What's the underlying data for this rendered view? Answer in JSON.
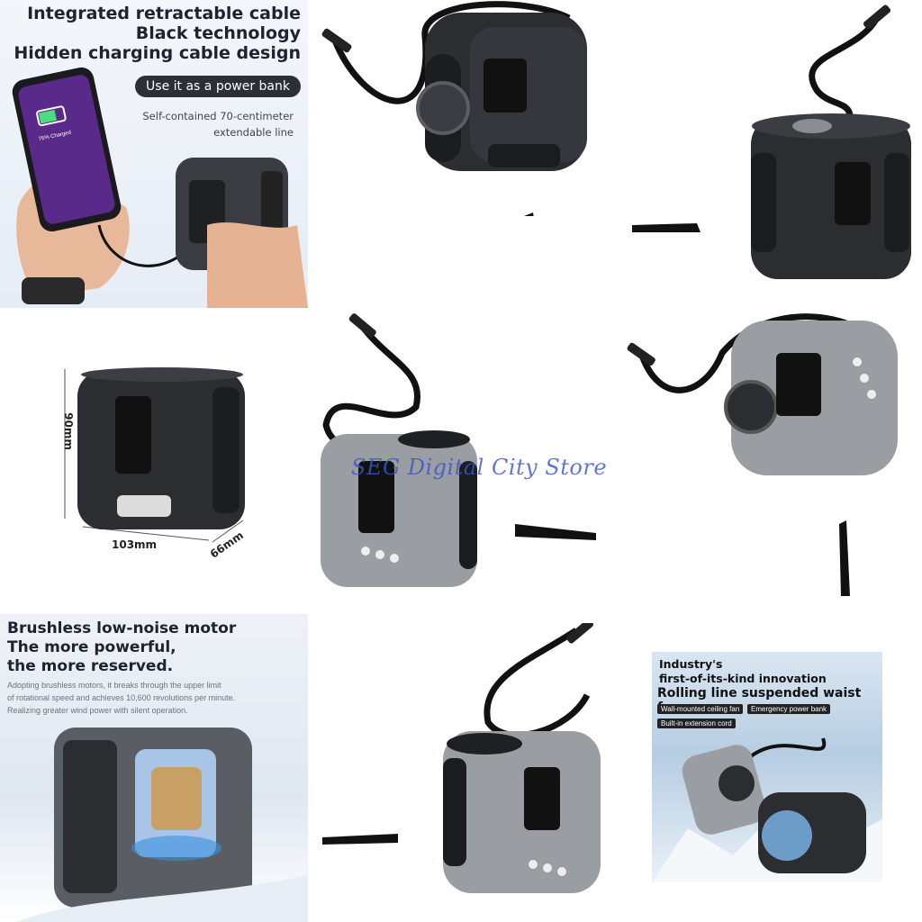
{
  "panel1": {
    "headline": [
      "Integrated retractable cable",
      "Black technology",
      "Hidden charging cable design"
    ],
    "pill": "Use it as a power bank",
    "subtext": [
      "Self-contained 70-centimeter",
      "extendable line"
    ],
    "phone_charge_text": "76% Charged"
  },
  "dimensions": {
    "height": "90mm",
    "width": "103mm",
    "depth": "66mm"
  },
  "watermark": "SEG Digital City Store",
  "panel5": {
    "headline": [
      "Brushless low-noise motor",
      "The more powerful,",
      "the more reserved."
    ],
    "subtext": [
      "Adopting brushless motors, it breaks through the upper limit",
      "of rotational speed and achieves 10,600 revolutions per minute.",
      "Realizing greater wind power with silent operation."
    ]
  },
  "panel9": {
    "title": [
      "Industry's",
      "first-of-its-kind innovation"
    ],
    "headline": "Rolling line suspended waist fan",
    "chips": [
      "Wall-mounted ceiling fan",
      "Emergency power bank",
      "Built-in extension cord"
    ]
  },
  "colors": {
    "dark_body": "#2b2d31",
    "silver_body": "#9a9da2",
    "accent": "#3a56c8"
  }
}
